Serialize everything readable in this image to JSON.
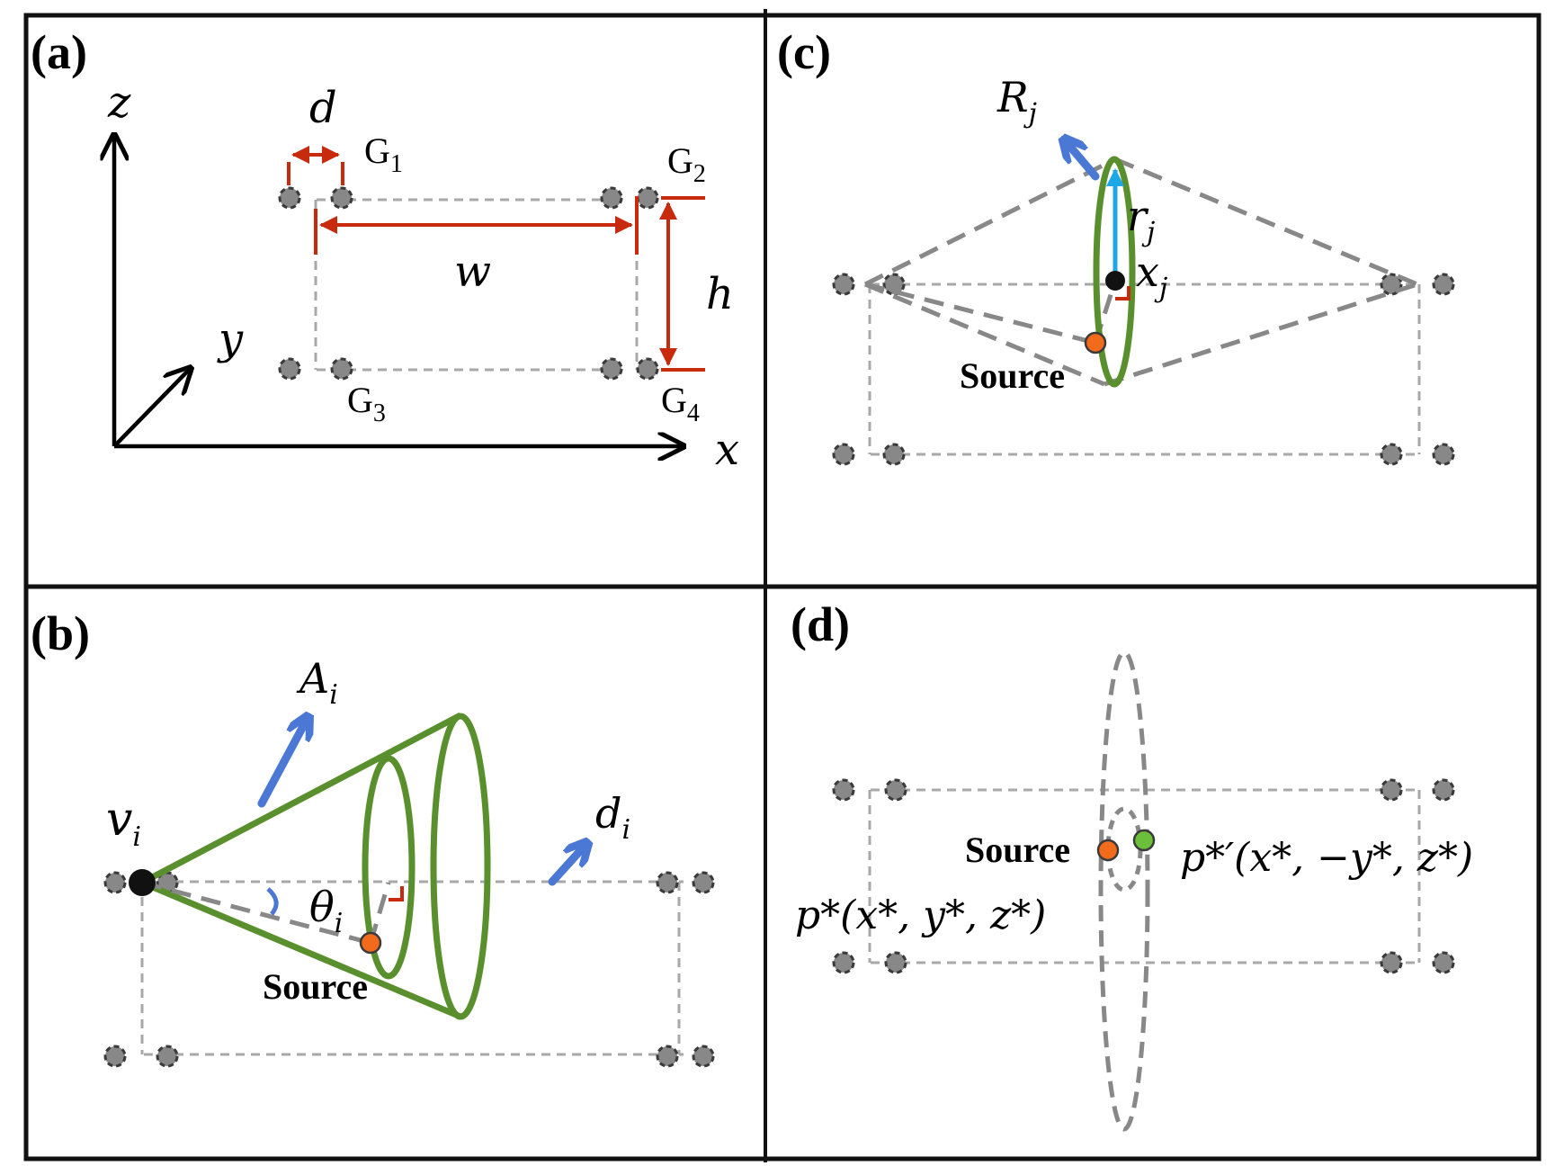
{
  "panels": {
    "a": {
      "label": "(a)",
      "axes": {
        "x": "x",
        "y": "y",
        "z": "z"
      },
      "dims": {
        "d": "d",
        "w": "w",
        "h": "h"
      },
      "groups": [
        {
          "name": "G",
          "sub": "1"
        },
        {
          "name": "G",
          "sub": "2"
        },
        {
          "name": "G",
          "sub": "3"
        },
        {
          "name": "G",
          "sub": "4"
        }
      ]
    },
    "b": {
      "label": "(b)",
      "vertex": {
        "name": "v",
        "sub": "i"
      },
      "axis_label": {
        "name": "A",
        "sub": "i"
      },
      "direction": {
        "name": "d",
        "sub": "i"
      },
      "angle": {
        "name": "θ",
        "sub": "i"
      },
      "source": "Source"
    },
    "c": {
      "label": "(c)",
      "ring_axis": {
        "name": "R",
        "sub": "j"
      },
      "radius": {
        "name": "r",
        "sub": "j"
      },
      "center": {
        "name": "x",
        "sub": "j"
      },
      "source": "Source"
    },
    "d": {
      "label": "(d)",
      "source": "Source",
      "p_star": "p*(x*, y*, z*)",
      "p_star_prime": "p*′(x*, −y*, z*)"
    }
  },
  "colors": {
    "green": "#5a8f2e",
    "blue": "#4a78d4",
    "cyan": "#1ea7e6",
    "red": "#c72a0c",
    "source_orange": "#f26a1b",
    "mirror_green": "#6bbf3a"
  }
}
